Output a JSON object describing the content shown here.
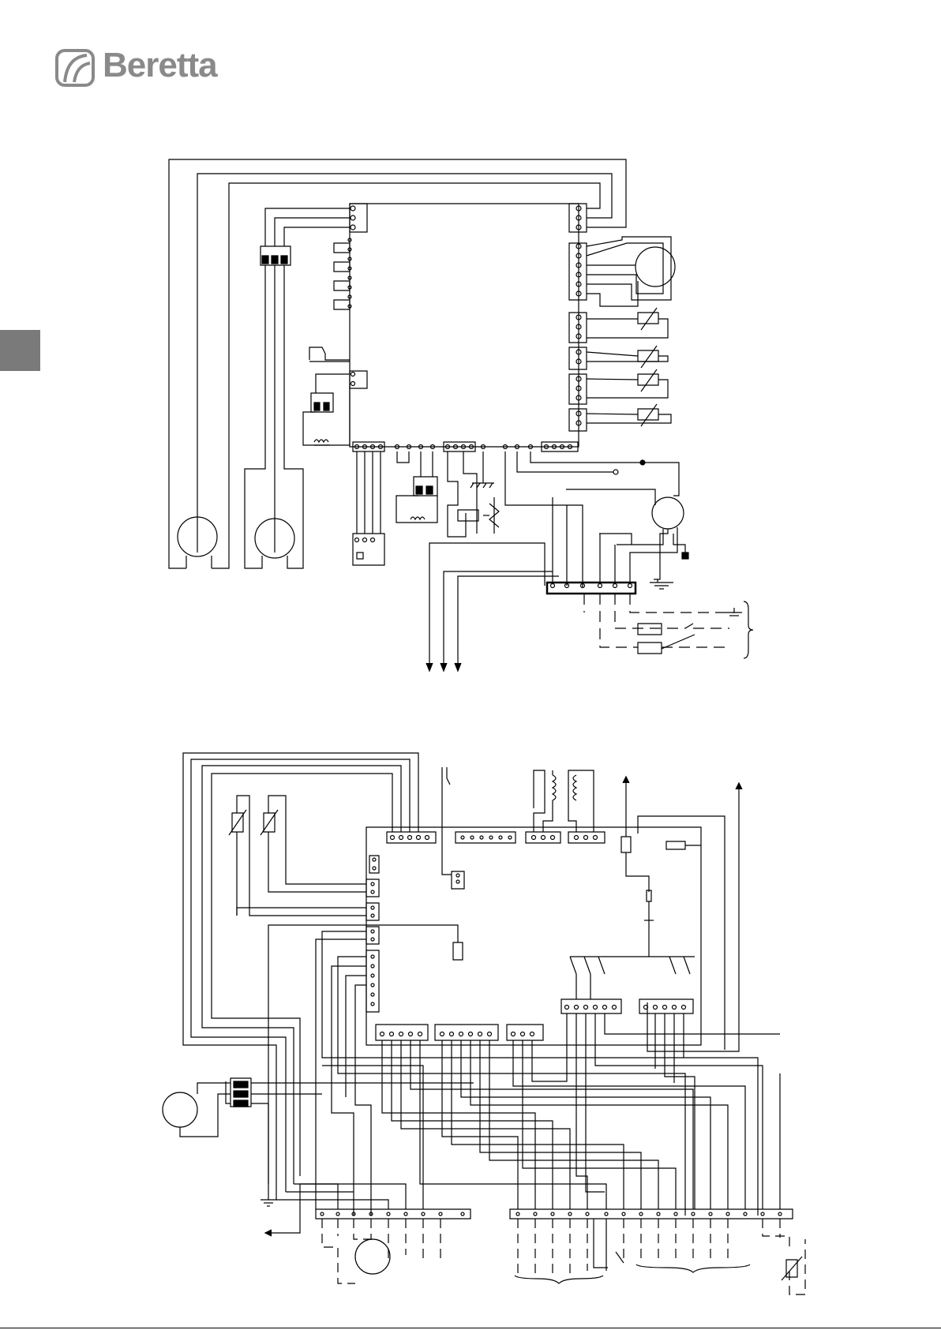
{
  "brand": {
    "name": "Beretta",
    "color": "#8a8a8a"
  },
  "side_tab": {
    "color": "#7a7a7a"
  },
  "diagram": {
    "stroke": "#000000",
    "upper": {
      "id": "wiring-diagram-upper"
    },
    "lower": {
      "id": "wiring-diagram-lower"
    }
  }
}
